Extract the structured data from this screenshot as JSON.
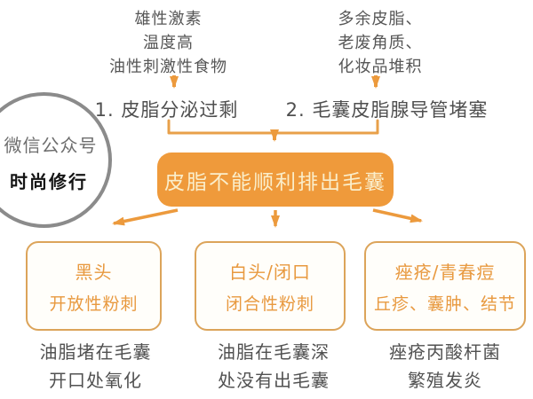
{
  "colors": {
    "accent_orange": "#ef9a3b",
    "connector_orange": "#e89a45",
    "outcome_border": "#dca45a",
    "outcome_text": "#e8993f",
    "gray_text": "#545454",
    "circle_gray": "#8b8b8b",
    "central_box_text": "#faeecb"
  },
  "causes": [
    {
      "lines": [
        "雄性激素",
        "温度高",
        "油性刺激性食物"
      ]
    },
    {
      "lines": [
        "多余皮脂、",
        "老废角质、",
        "化妆品堆积"
      ]
    }
  ],
  "headings": [
    {
      "label": "1. 皮脂分泌过剩"
    },
    {
      "label": "2. 毛囊皮脂腺导管堵塞"
    }
  ],
  "central_box": {
    "label": "皮脂不能顺利排出毛囊"
  },
  "watermark": {
    "line1": "微信公众号",
    "line2": "时尚修行"
  },
  "outcomes": [
    {
      "title": "黑头",
      "subtitle": "开放性粉刺"
    },
    {
      "title": "白头/闭口",
      "subtitle": "闭合性粉刺"
    },
    {
      "title": "痤疮/青春痘",
      "subtitle": "丘疹、囊肿、结节"
    }
  ],
  "notes": [
    {
      "lines": [
        "油脂堵在毛囊",
        "开口处氧化"
      ]
    },
    {
      "lines": [
        "油脂在毛囊深",
        "处没有出毛囊"
      ]
    },
    {
      "lines": [
        "痤疮丙酸杆菌",
        "繁殖发炎"
      ]
    }
  ]
}
